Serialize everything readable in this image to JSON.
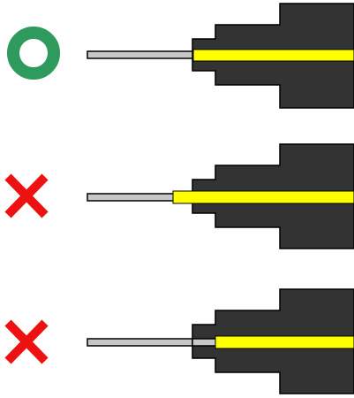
{
  "rows": [
    {
      "verdict": "correct",
      "mark_icon": "circle-icon",
      "mark_color": "#2e9a5e",
      "tube_position": "aligned-with-step"
    },
    {
      "verdict": "incorrect",
      "mark_icon": "cross-icon",
      "mark_color": "#ee1111",
      "tube_position": "protruding-left"
    },
    {
      "verdict": "incorrect",
      "mark_icon": "cross-icon",
      "mark_color": "#ee1111",
      "tube_position": "recessed-right"
    }
  ],
  "colors": {
    "body": "#333333",
    "tube": "#ffff00",
    "wire": "#c8c8c8",
    "outline": "#000000"
  }
}
